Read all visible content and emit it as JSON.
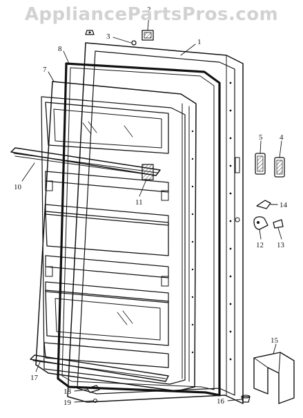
{
  "watermark": "AppliancePartsPros.com",
  "colors": {
    "ink": "#111111",
    "paper": "#ffffff",
    "watermark": "#d2d2d2"
  },
  "callouts": {
    "c1": "1",
    "c2": "2",
    "c3": "3",
    "c4": "4",
    "c5": "5",
    "c7": "7",
    "c8": "8",
    "c10": "10",
    "c11": "11",
    "c12": "12",
    "c13": "13",
    "c14": "14",
    "c15": "15",
    "c16": "16",
    "c17": "17",
    "c18": "18",
    "c19": "19"
  }
}
